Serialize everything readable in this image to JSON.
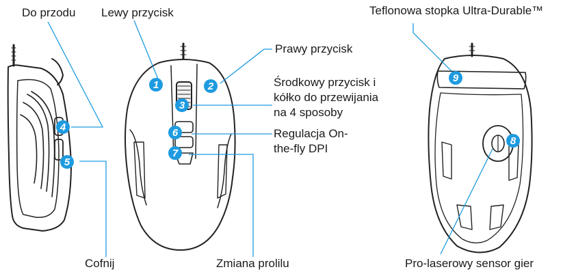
{
  "labels": {
    "forward": "Do przodu",
    "left_button": "Lewy przycisk",
    "right_button": "Prawy przycisk",
    "middle_line1": "Środkowy przycisk i",
    "middle_line2": "kółko do przewijania",
    "middle_line3": "na 4 sposoby",
    "dpi_line1": "Regulacja On-",
    "dpi_line2": "the-fly DPI",
    "back": "Cofnij",
    "profile": "Zmiana prolilu",
    "feet": "Teflonowa stopka Ultra-Durable™",
    "sensor": "Pro-laserowy sensor gier"
  },
  "badges": {
    "b1": "1",
    "b2": "2",
    "b3": "3",
    "b4": "4",
    "b5": "5",
    "b6": "6",
    "b7": "7",
    "b8": "8",
    "b9": "9"
  },
  "colors": {
    "leader_line": "#1e9be0",
    "badge_fill": "#1e9be0",
    "outline": "#222222",
    "text": "#1a1a1a"
  }
}
